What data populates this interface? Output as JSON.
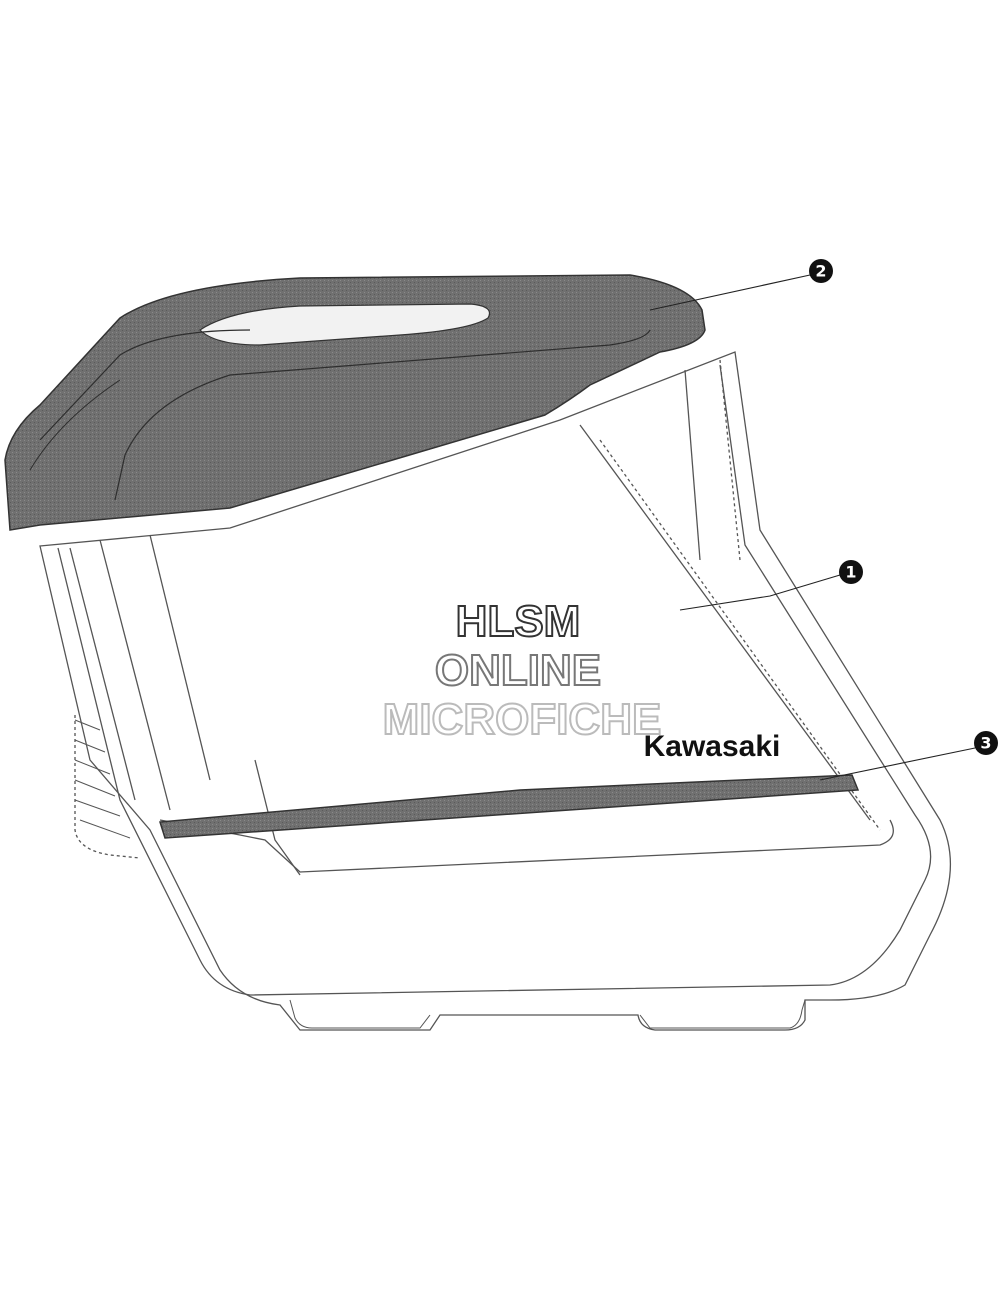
{
  "watermark": {
    "line1": "HLSM",
    "line2": "ONLINE",
    "line3": "MICROFICHE"
  },
  "brand_logo": "Kawasaki",
  "callouts": [
    {
      "number": "1",
      "part": "pannier-case-body"
    },
    {
      "number": "2",
      "part": "lid-top-cover"
    },
    {
      "number": "3",
      "part": "side-trim-strip"
    }
  ],
  "colors": {
    "line": "#555555",
    "part_fill": "#6e6e6e",
    "callout_bg": "#111111",
    "watermark_line1": "#333333",
    "watermark_line2": "#777777",
    "watermark_line3": "#bbbbbb"
  }
}
